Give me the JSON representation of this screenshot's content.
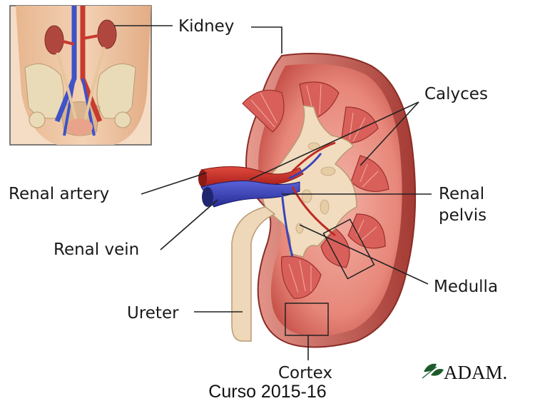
{
  "labels": {
    "kidney": "Kidney",
    "calyces": "Calyces",
    "renal_artery": "Renal artery",
    "renal_pelvis_1": "Renal",
    "renal_pelvis_2": "pelvis",
    "renal_vein": "Renal vein",
    "medulla": "Medulla",
    "ureter": "Ureter",
    "cortex": "Cortex"
  },
  "logo": {
    "text": "ADAM."
  },
  "caption": "Curso 2015-16"
}
